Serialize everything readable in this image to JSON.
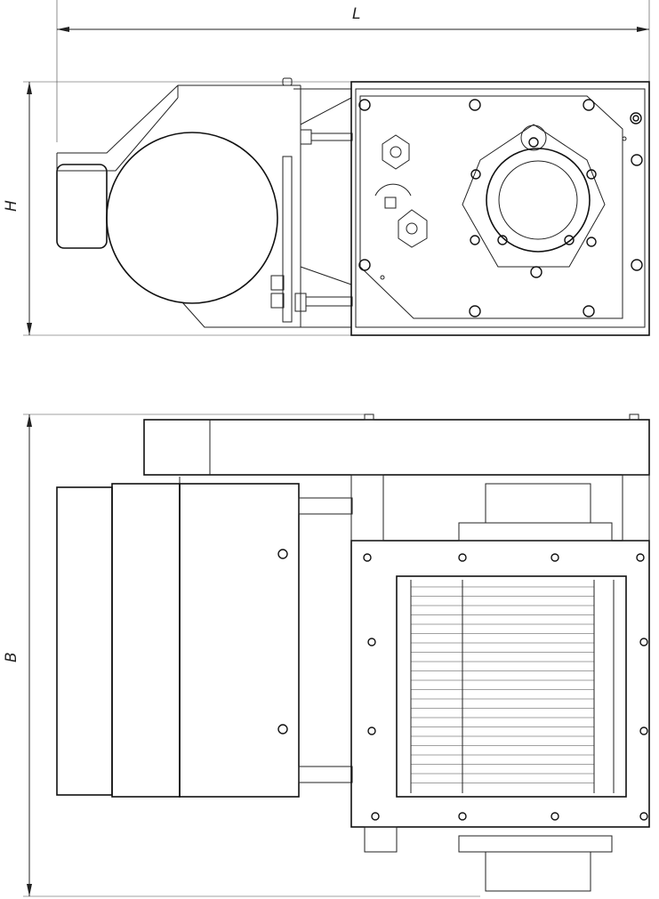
{
  "dimensions": {
    "length_label": "L",
    "height_label": "H",
    "width_label": "B"
  },
  "colors": {
    "line": "#222222",
    "background": "#ffffff"
  }
}
